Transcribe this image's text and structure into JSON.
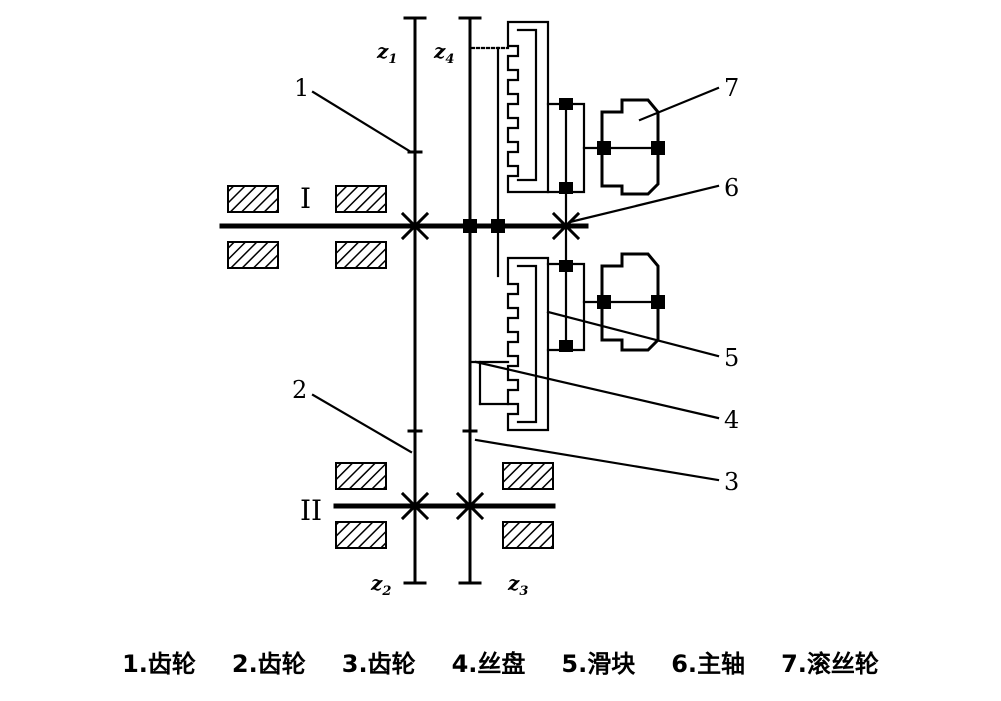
{
  "diagram": {
    "shaft_labels": {
      "upper": "I",
      "lower": "II"
    },
    "gear_symbols": {
      "z1": "z",
      "z1_sub": "1",
      "z2": "z",
      "z2_sub": "2",
      "z3": "z",
      "z3_sub": "3",
      "z4": "z",
      "z4_sub": "4"
    },
    "callouts": [
      "1",
      "2",
      "3",
      "4",
      "5",
      "6",
      "7"
    ]
  },
  "legend": [
    {
      "num": "1.",
      "text": "齿轮"
    },
    {
      "num": "2.",
      "text": "齿轮"
    },
    {
      "num": "3.",
      "text": "齿轮"
    },
    {
      "num": "4.",
      "text": "丝盘"
    },
    {
      "num": "5.",
      "text": "滑块"
    },
    {
      "num": "6.",
      "text": "主轴"
    },
    {
      "num": "7.",
      "text": "滚丝轮"
    }
  ]
}
